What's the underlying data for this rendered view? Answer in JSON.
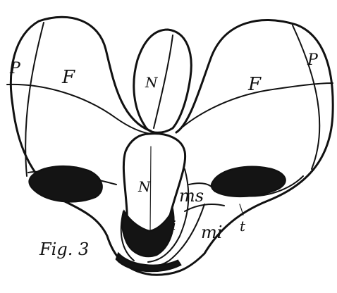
{
  "figure": {
    "caption": "Fig. 3",
    "labels": {
      "parietal_left": "P",
      "parietal_right": "P",
      "frontal_left": "F",
      "frontal_right": "F",
      "nasal_upper": "N",
      "nasal_lower": "N",
      "ms": "ms",
      "mi": "mi",
      "i": "i",
      "t": "t"
    }
  }
}
